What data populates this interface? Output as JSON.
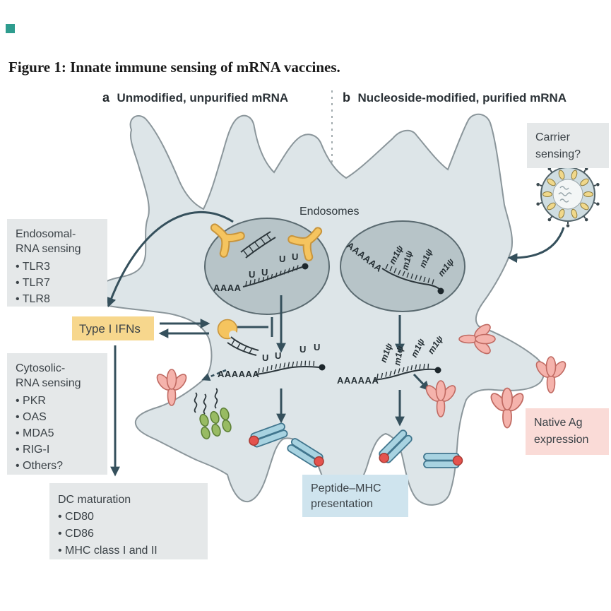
{
  "figure": {
    "title": "Figure 1: Innate immune sensing of mRNA vaccines."
  },
  "panels": {
    "a": {
      "label": "a",
      "title": "Unmodified, unpurified mRNA"
    },
    "b": {
      "label": "b",
      "title": "Nucleoside-modified, purified mRNA"
    }
  },
  "cell": {
    "endosomes_label": "Endosomes"
  },
  "callouts": {
    "carrier_sensing": {
      "line1": "Carrier",
      "line2": "sensing?"
    },
    "endosomal_sensing": {
      "line1": "Endosomal-",
      "line2": "RNA sensing",
      "items": [
        "• TLR3",
        "• TLR7",
        "• TLR8"
      ]
    },
    "type_i_ifns": {
      "label": "Type I IFNs"
    },
    "cytosolic_sensing": {
      "line1": "Cytosolic-",
      "line2": "RNA sensing",
      "items": [
        "• PKR",
        "• OAS",
        "• MDA5",
        "• RIG-I",
        "• Others?"
      ]
    },
    "dc_maturation": {
      "title": "DC maturation",
      "items": [
        "• CD80",
        "• CD86",
        "• MHC class I and II"
      ]
    },
    "peptide_mhc": {
      "line1": "Peptide–MHC",
      "line2": "presentation"
    },
    "native_ag": {
      "line1": "Native Ag",
      "line2": "expression"
    }
  },
  "rna": {
    "polyA_short": "AAAA",
    "polyA_long": "AAAAAA",
    "uridine": "U",
    "m1psi": "m1ψ"
  },
  "colors": {
    "cell_fill": "#dde5e8",
    "endosome_fill": "#b7c4c8",
    "ifn_box_yellow": "#f7d78d",
    "peptide_mhc_box_blue": "#cfe4ee",
    "native_ag_box_pink": "#fadbd7",
    "callout_box_gray": "#e5e8e9",
    "antigen_pink": "#f5b3ac",
    "mhc_blue": "#a8d3e1",
    "peptide_red": "#e4534e",
    "ribosome_green": "#98bb63",
    "tlr_yellow": "#f5c45f",
    "arrow_dark": "#35505c",
    "accent_square_teal": "#2e9c8e"
  }
}
